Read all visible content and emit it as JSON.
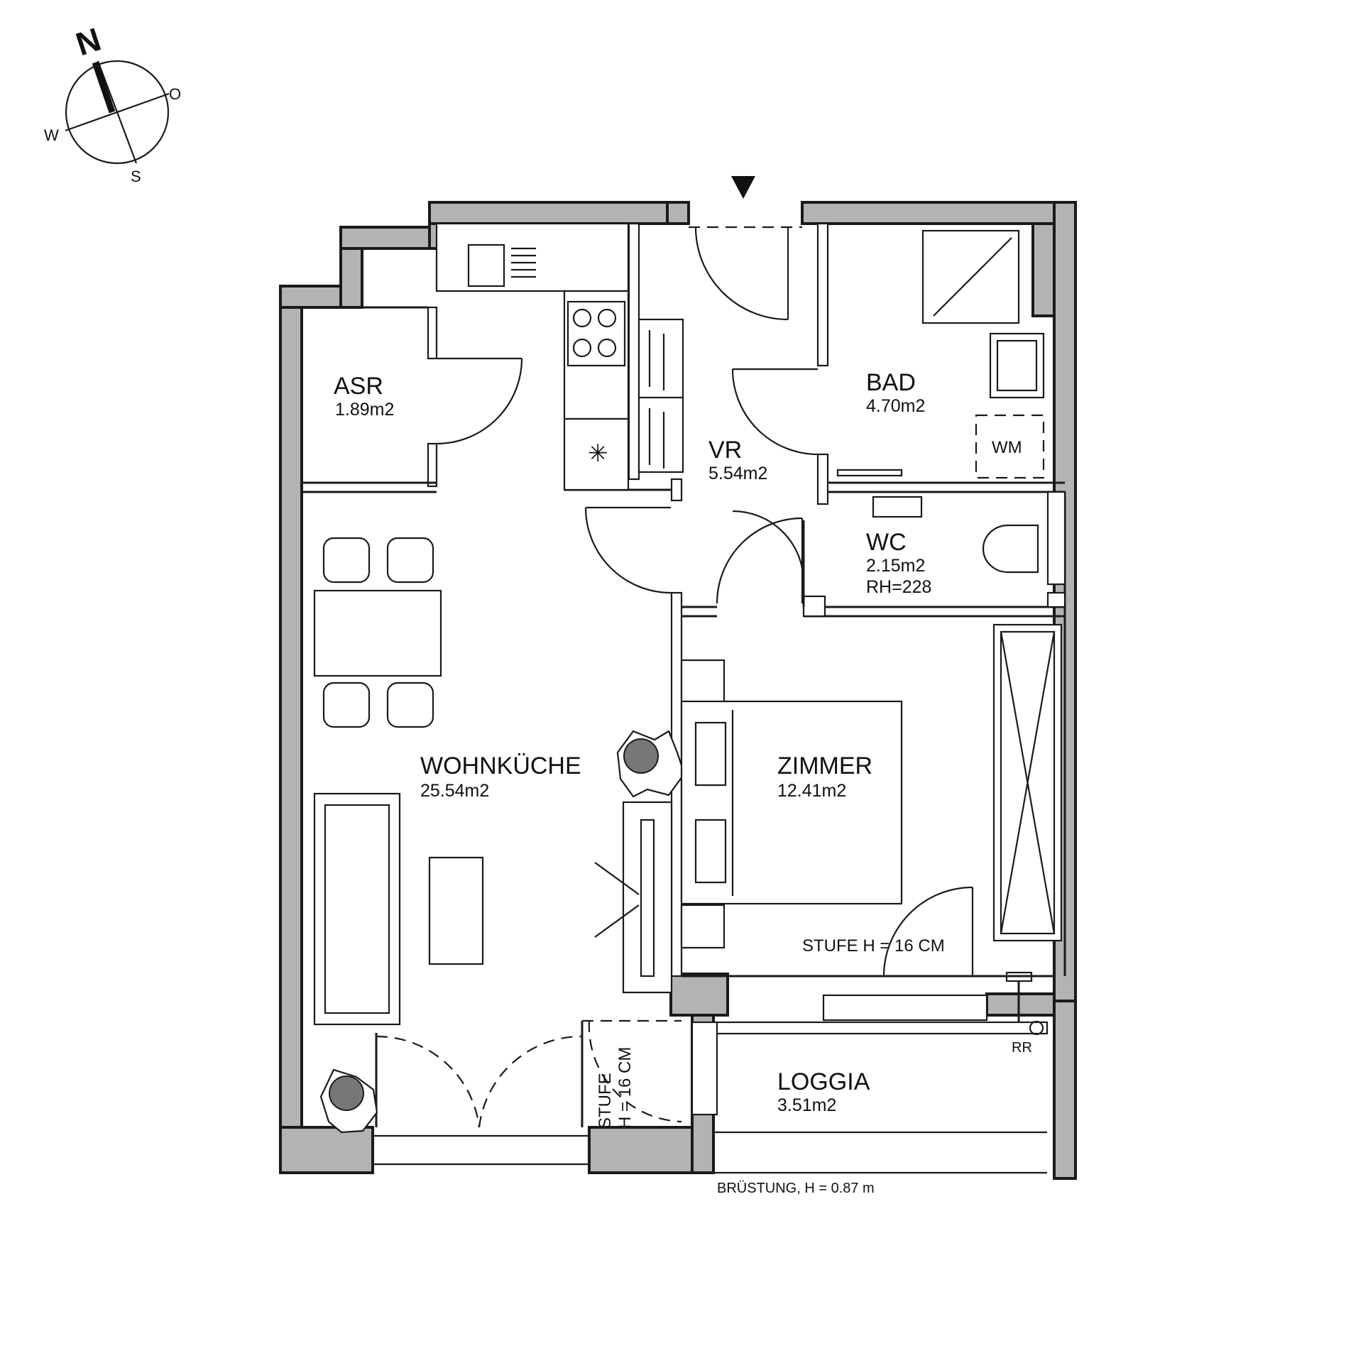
{
  "compass": {
    "north": "N",
    "east": "O",
    "south": "S",
    "west": "W"
  },
  "rooms": [
    {
      "name": "ASR",
      "area": "1.89m2"
    },
    {
      "name": "VR",
      "area": "5.54m2"
    },
    {
      "name": "BAD",
      "area": "4.70m2"
    },
    {
      "name": "WC",
      "area": "2.15m2",
      "extra": "RH=228"
    },
    {
      "name": "WOHNKÜCHE",
      "area": "25.54m2"
    },
    {
      "name": "ZIMMER",
      "area": "12.41m2"
    },
    {
      "name": "LOGGIA",
      "area": "3.51m2"
    }
  ],
  "fixtures": {
    "washing_machine": "WM",
    "rain_pipe": "RR"
  },
  "notes": {
    "step_zimmer": "STUFE H = 16 CM",
    "step_kitchen_line1": "STUFE",
    "step_kitchen_line2": "H = 16 CM",
    "parapet": "BRÜSTUNG, H = 0.87 m"
  },
  "colors": {
    "wall_fill": "#b3b3b3",
    "line": "#1a1a1a"
  }
}
